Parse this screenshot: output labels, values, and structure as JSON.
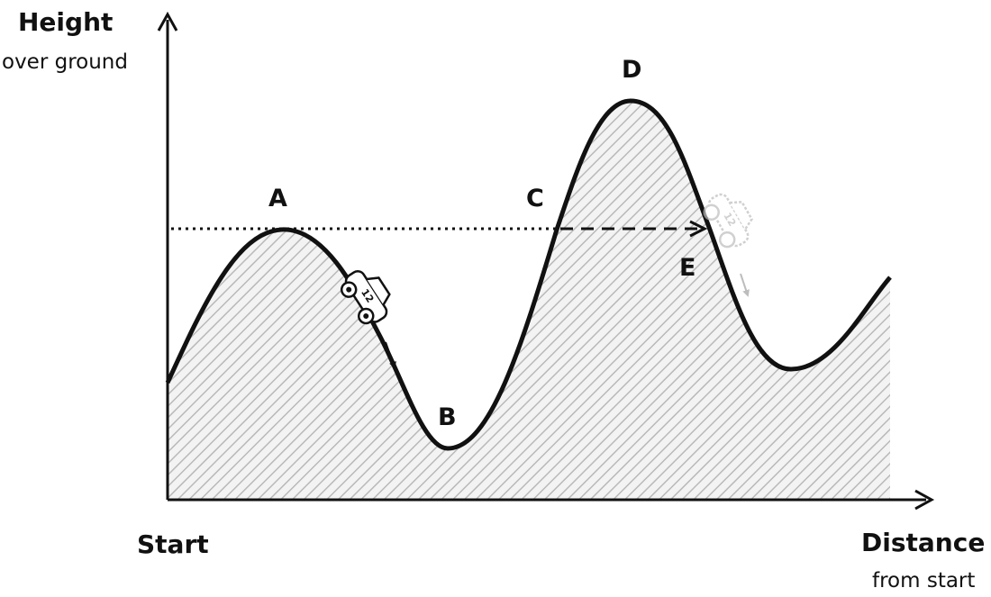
{
  "axes": {
    "y_title": "Height",
    "y_subtitle": "over ground",
    "x_title": "Distance",
    "x_subtitle": "from start",
    "origin_label": "Start"
  },
  "points": {
    "a": "A",
    "b": "B",
    "c": "C",
    "d": "D",
    "e": "E"
  },
  "car": {
    "number": "12",
    "icon": "toy-car-icon",
    "ghost_icon": "toy-car-ghost-icon"
  },
  "colors": {
    "curve": "#111111",
    "hatch": "#b8b8b8",
    "hatch_bg": "#f1f1f1",
    "ghost": "#bdbdbd"
  }
}
